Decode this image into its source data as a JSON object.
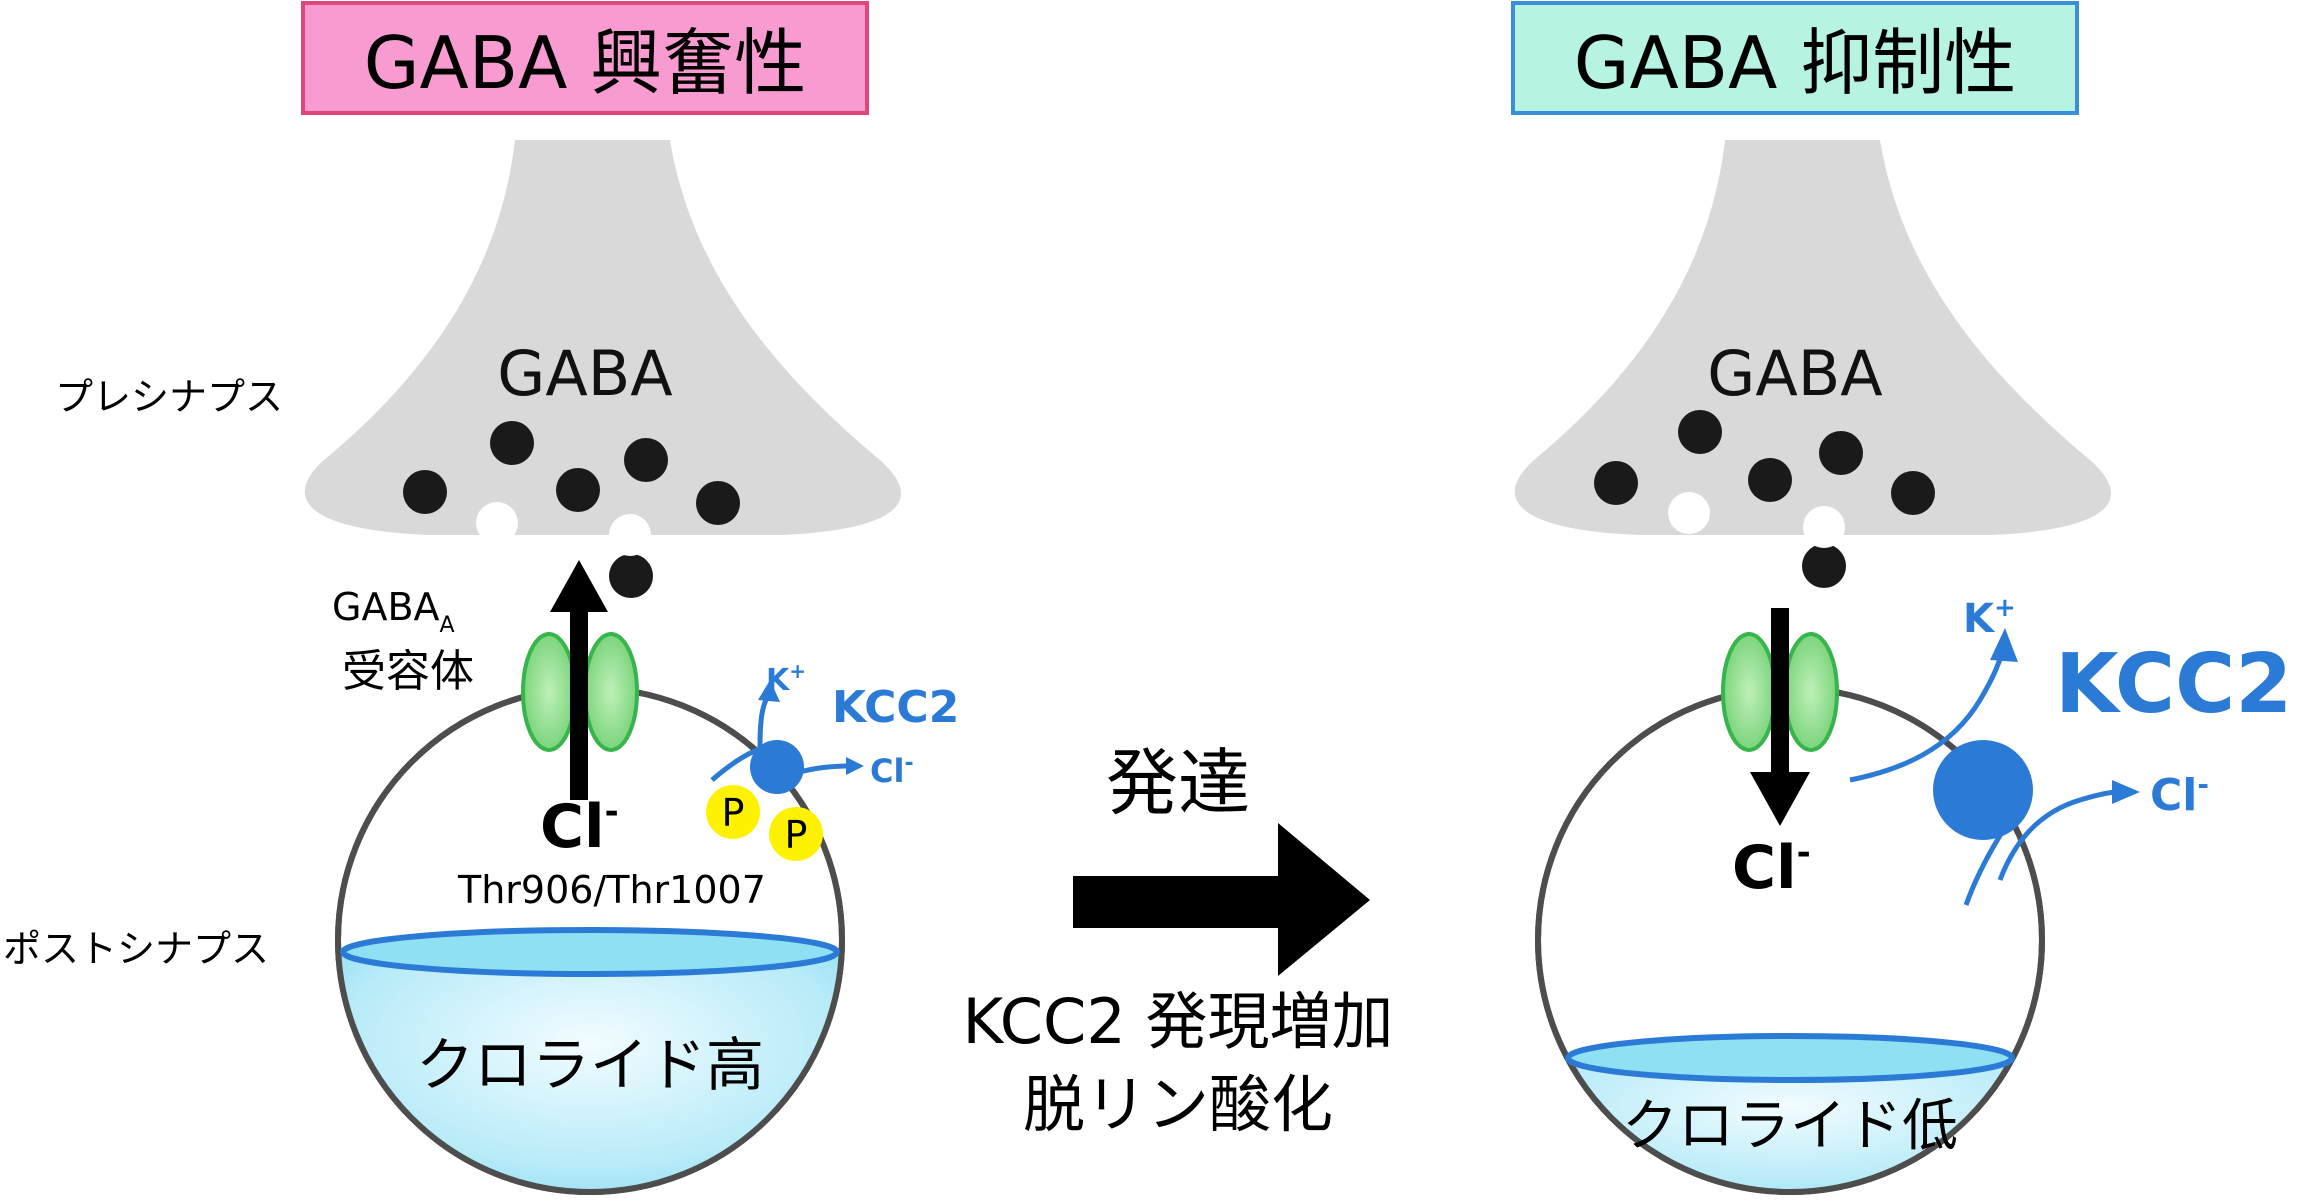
{
  "left": {
    "title": "GABA 興奮性",
    "gaba_label": "GABA",
    "presynapse_label": "プレシナプス",
    "postsynapse_label": "ポストシナプス",
    "receptor_label_main": "GABA",
    "receptor_label_sub": "A",
    "receptor_label_line2": "受容体",
    "cl_label": "Cl",
    "cl_sup": "-",
    "k_label": "K",
    "k_sup": "+",
    "kcc2_label": "KCC2",
    "cl_small_label": "Cl",
    "cl_small_sup": "-",
    "phospho_label_1": "P",
    "phospho_label_2": "P",
    "thr_label": "Thr906/Thr1007",
    "chloride_label": "クロライド高"
  },
  "middle": {
    "arrow_label": "発達",
    "caption_line1": "KCC2 発現増加",
    "caption_line2": "脱リン酸化"
  },
  "right": {
    "title": "GABA 抑制性",
    "gaba_label": "GABA",
    "cl_label": "Cl",
    "cl_sup": "-",
    "k_label": "K",
    "k_sup": "+",
    "kcc2_label": "KCC2",
    "cl_small_label": "Cl",
    "cl_small_sup": "-",
    "chloride_label": "クロライド低"
  },
  "colors": {
    "excitatory_border": "#e0457b",
    "excitatory_fill": "#f79bd0",
    "inhibitory_border": "#3a8fd9",
    "inhibitory_fill": "#b6f3e2",
    "presynapse_fill": "#d9d9d9",
    "kcc2_blue": "#2b7bd6",
    "receptor_green": "#36b54a",
    "phospho_yellow": "#fff200",
    "cell_outline": "#4d4d4d",
    "chloride_fill": "#7fd8ef"
  }
}
